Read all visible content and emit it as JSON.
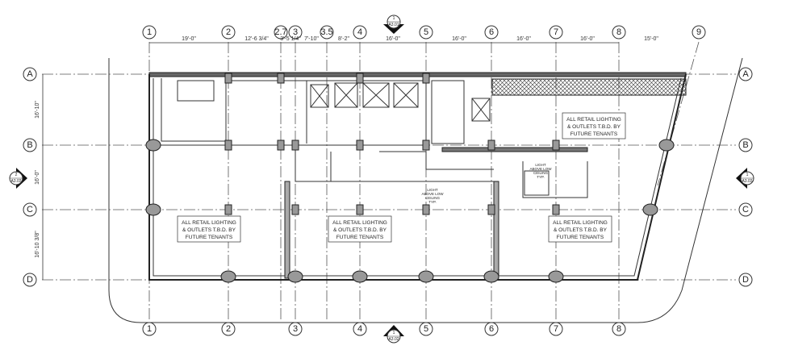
{
  "columns": [
    "1",
    "2",
    "2.7",
    "3",
    "3.5",
    "4",
    "5",
    "6",
    "7",
    "8",
    "9"
  ],
  "bottom_columns": [
    "1",
    "2",
    "3",
    "4",
    "5",
    "6",
    "7",
    "8"
  ],
  "rows": [
    "A",
    "B",
    "C",
    "D"
  ],
  "top_dimensions": [
    "19'-0\"",
    "12'-6 3/4\"",
    "3'-5 1/4\"",
    "7'-10\"",
    "8'-2\"",
    "16'-0\"",
    "16'-0\"",
    "16'-0\"",
    "16'-0\"",
    "15'-0\""
  ],
  "side_dimensions": [
    "16'-10\"",
    "16'-0\"",
    "16'-10 3/8\""
  ],
  "section_markers": {
    "top": {
      "num": "1",
      "sheet": "A3.01"
    },
    "bottom": {
      "num": "1",
      "sheet": "A3.02"
    },
    "left": {
      "num": "2",
      "sheet": "A3.03"
    },
    "right": {
      "num": "1",
      "sheet": "A3.03"
    }
  },
  "notes": {
    "retail_lines": [
      "ALL RETAIL LIGHTING",
      "& OUTLETS T.B.D. BY",
      "FUTURE TENANTS"
    ],
    "light_lines": [
      "LIGHT",
      "ABOVE LOW",
      "CEILING",
      "TYP."
    ]
  }
}
